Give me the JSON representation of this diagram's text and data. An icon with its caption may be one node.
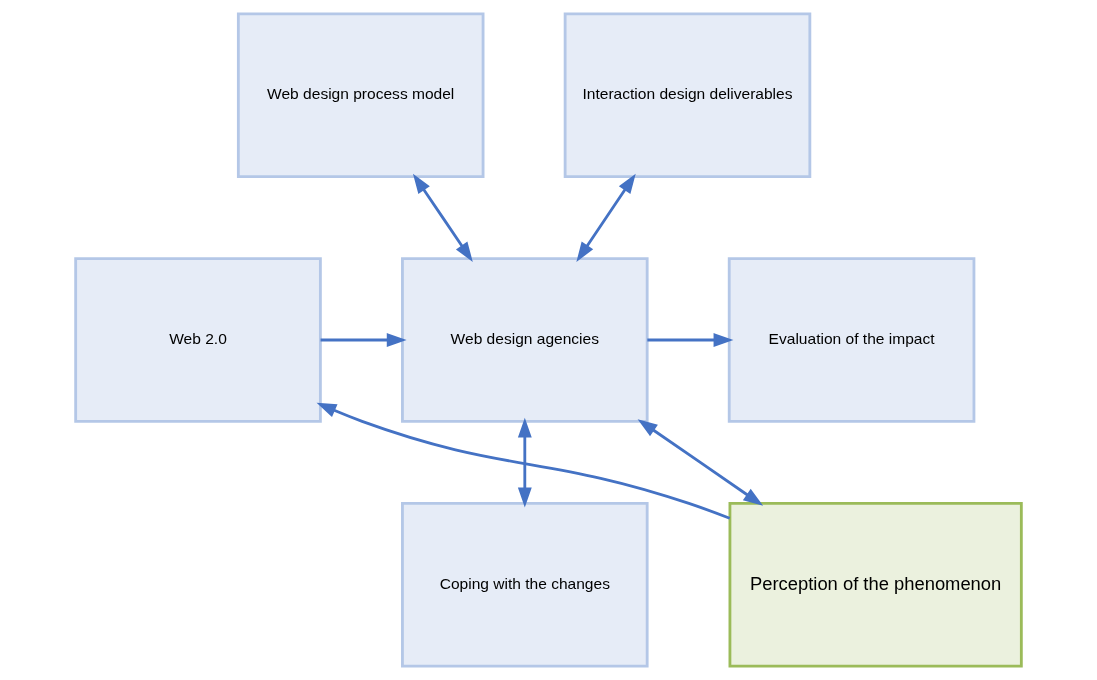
{
  "diagram": {
    "nodes": [
      {
        "text": [
          "Web design process model"
        ]
      },
      {
        "text": [
          "Interaction design deliverables"
        ]
      },
      {
        "text": [
          "Web 2.0"
        ]
      },
      {
        "text": [
          "Web design agencies"
        ]
      },
      {
        "text": [
          "Evaluation of the impact"
        ]
      },
      {
        "text": [
          "Perception of the phenomenon"
        ]
      },
      {
        "text": [
          "Coping with the changes"
        ]
      }
    ],
    "edges": [
      {
        "from": 0,
        "to": 3,
        "arrow": "both"
      },
      {
        "from": 1,
        "to": 3,
        "arrow": "both"
      },
      {
        "from": 2,
        "to": 3,
        "arrow": "to"
      },
      {
        "from": 5,
        "to": 3,
        "arrow": "both"
      },
      {
        "from": 3,
        "to": 4,
        "arrow": "to"
      },
      {
        "from": 3,
        "to": 6,
        "arrow": "both"
      },
      {
        "from": 5,
        "to": 2,
        "arrow": "to"
      }
    ]
  }
}
